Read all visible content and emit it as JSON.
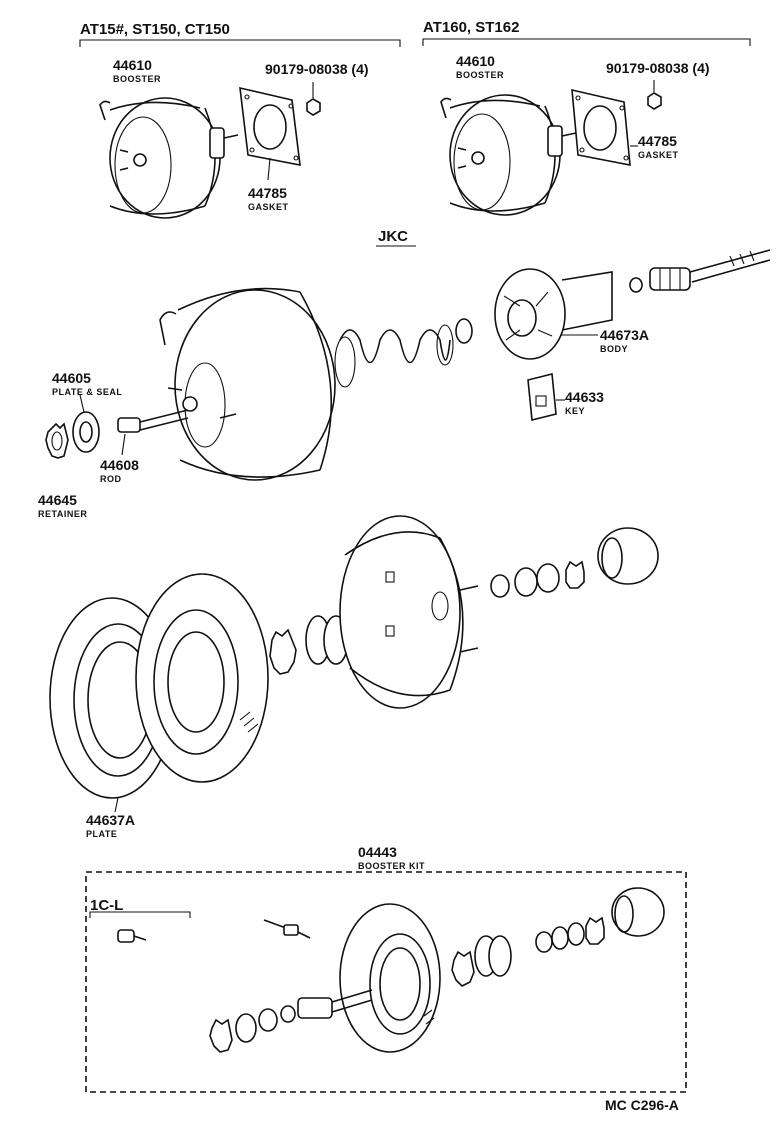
{
  "groups": {
    "left_variant": "AT15#, ST150, CT150",
    "right_variant": "AT160, ST162",
    "middle": "JKC",
    "kit_sub": "1C-L"
  },
  "parts": {
    "booster_left": {
      "number": "44610",
      "name": "BOOSTER"
    },
    "nut_left": {
      "number": "90179-08038 (4)"
    },
    "gasket_left": {
      "number": "44785",
      "name": "GASKET"
    },
    "booster_right": {
      "number": "44610",
      "name": "BOOSTER"
    },
    "nut_right": {
      "number": "90179-08038 (4)"
    },
    "gasket_right": {
      "number": "44785",
      "name": "GASKET"
    },
    "body": {
      "number": "44673A",
      "name": "BODY"
    },
    "key": {
      "number": "44633",
      "name": "KEY"
    },
    "plate_seal": {
      "number": "44605",
      "name": "PLATE & SEAL"
    },
    "rod": {
      "number": "44608",
      "name": "ROD"
    },
    "retainer": {
      "number": "44645",
      "name": "RETAINER"
    },
    "plate": {
      "number": "44637A",
      "name": "PLATE"
    },
    "booster_kit": {
      "number": "04443",
      "name": "BOOSTER KIT"
    }
  },
  "footer_code": "MC C296-A"
}
